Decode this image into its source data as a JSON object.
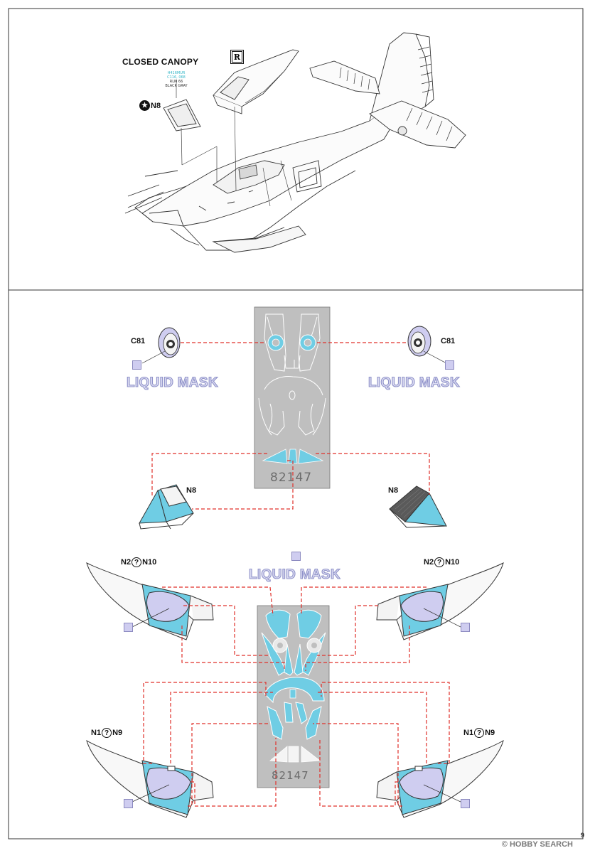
{
  "top_panel": {
    "title": "CLOSED CANOPY",
    "r_marker": "R",
    "part_callout": {
      "symbol": "star-circle-icon",
      "label": "N8"
    },
    "color_note": [
      "H416MUR",
      "C116, 068",
      "RLM 66",
      "BLACK GRAY"
    ]
  },
  "wheel_left": {
    "label": "C81"
  },
  "wheel_right": {
    "label": "C81"
  },
  "liquid_mask_texts": [
    "LIQUID MASK",
    "LIQUID MASK",
    "LIQUID MASK"
  ],
  "fret_upper": {
    "number": "82147"
  },
  "fret_lower": {
    "number": "82147"
  },
  "n8_left": {
    "label": "N8"
  },
  "n8_right": {
    "label": "N8"
  },
  "canopy_callouts": {
    "top_left": {
      "first": "N2",
      "symbol": "?",
      "second": "N10"
    },
    "top_right": {
      "first": "N2",
      "symbol": "?",
      "second": "N10"
    },
    "bottom_left": {
      "first": "N1",
      "symbol": "?",
      "second": "N9"
    },
    "bottom_right": {
      "first": "N1",
      "symbol": "?",
      "second": "N9"
    }
  },
  "watermark": "© HOBBY SEARCH",
  "page_number": "9",
  "colors": {
    "mask_blue": "#6fcde4",
    "liquid_mask": "#cfcdf0",
    "fret_gray": "#bfbfbf",
    "dash_red": "#e0302a"
  }
}
